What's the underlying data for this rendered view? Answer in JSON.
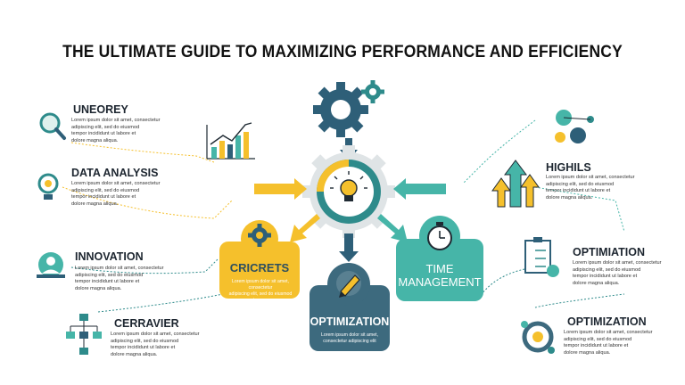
{
  "title": "THE ULTIMATE GUIDE TO MAXIMIZING PERFORMANCE AND EFFICIENCY",
  "colors": {
    "teal": "#2e8b8b",
    "teal_light": "#46b5a8",
    "yellow": "#f5c02c",
    "dark": "#234b5e",
    "slate": "#3d6a7e",
    "gray": "#cfd6d9"
  },
  "left": [
    {
      "heading": "UNEOREY",
      "text": "Lorem ipsum dolor sit amet, consectetur\nadipiscing elit, sed do eiusmod\ntempor incididunt ut labore et\ndolore magna aliqua.",
      "icon": "magnifier-icon"
    },
    {
      "heading": "DATA ANALYSIS",
      "text": "Lorem ipsum dolor sit amet, consectetur\nadipiscing elit, sed do eiusmod\ntempor incididunt ut labore et\ndolore magna aliqua.",
      "icon": "lightbulb-gear-icon"
    },
    {
      "heading": "INNOVATION",
      "text": "Lorem ipsum dolor sit amet, consectetur\nadipiscing elit, sed do eiusmod\ntempor incididunt ut labore et\ndolore magna aliqua.",
      "icon": "person-gear-icon"
    },
    {
      "heading": "CERRAVIER",
      "text": "Lorem ipsum dolor sit amet, consectetur\nadipiscing elit, sed do eiusmod\ntempor incididunt ut labore et\ndolore magna aliqua.",
      "icon": "network-icon"
    }
  ],
  "right": [
    {
      "heading": "HIGHILS",
      "text": "Lorem ipsum dolor sit amet, consectetur\nadipiscing elit, sed do eiusmod\ntempor incididunt ut labore et\ndolore magna aliqua.",
      "icon": "up-arrows-icon"
    },
    {
      "heading": "OPTIMIATION",
      "text": "Lorem ipsum dolor sit amet, consectetur\nadipiscing elit, sed do eiusmod\ntempor incididunt ut labore et\ndolore magna aliqua.",
      "icon": "checklist-icon"
    },
    {
      "heading": "OPTIMIZATION",
      "text": "Lorem ipsum dolor sit amet, consectetur\nadipiscing elit, sed do eiusmod\ntempor incididunt ut labore et\ndolore magna aliqua.",
      "icon": "cycle-arrows-icon"
    }
  ],
  "boxes": {
    "yellow": {
      "label": "CRICRETS",
      "text": "Lorem ipsum dolor sit amet, consectetur\nadipiscing elit, sed do eiusmod tempor"
    },
    "center": {
      "label": "OPTIMIZATION",
      "text": "Lorem ipsum dolor sit amet,\nconsectetur adipiscing elit"
    },
    "teal": {
      "label": "TIME\nMANAGEMENT"
    }
  }
}
